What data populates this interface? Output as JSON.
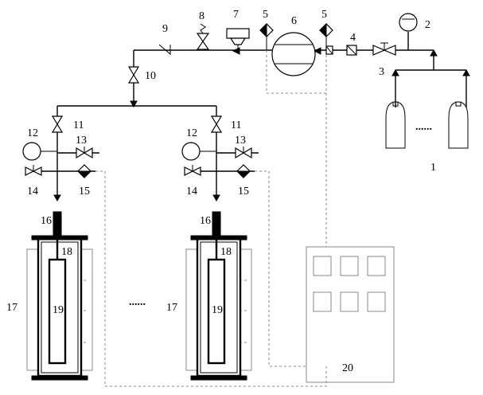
{
  "labels": {
    "gas_cylinders": "1",
    "gauge_main": "2",
    "valve_cylinders": "3",
    "filter": "4",
    "check_left": "5",
    "check_right": "5",
    "pump": "6",
    "regulator": "7",
    "relief_valve": "8",
    "check_valve_pipe": "9",
    "main_valve": "10",
    "inlet_valve_a": "11",
    "inlet_valve_b": "11",
    "gauge_a": "12",
    "gauge_b": "12",
    "vent_valve_a": "13",
    "vent_valve_b": "13",
    "bottom_valve_a": "14",
    "bottom_valve_b": "14",
    "sensor_a": "15",
    "sensor_b": "15",
    "rod_a": "16",
    "rod_b": "16",
    "heater_a": "17",
    "heater_b": "17",
    "cap_a": "18",
    "cap_b": "18",
    "sample_a": "19",
    "sample_b": "19",
    "controller": "20",
    "cylinder_ellipsis": "......",
    "vessel_ellipsis": "......"
  }
}
